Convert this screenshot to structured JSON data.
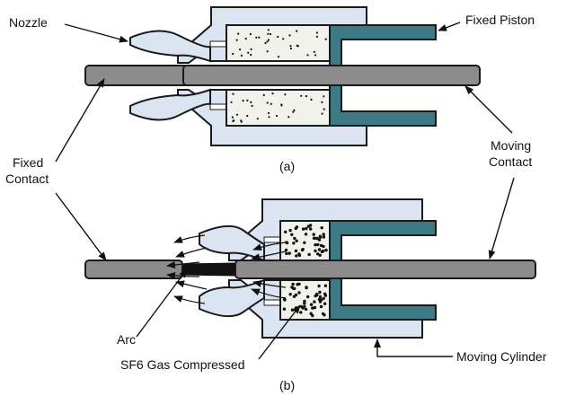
{
  "labels": {
    "nozzle": "Nozzle",
    "fixed_piston": "Fixed Piston",
    "fixed_contact_line1": "Fixed",
    "fixed_contact_line2": "Contact",
    "moving_contact_line1": "Moving",
    "moving_contact_line2": "Contact",
    "arc": "Arc",
    "sf6_gas": "SF6 Gas Compressed",
    "moving_cylinder": "Moving Cylinder"
  },
  "captions": {
    "a": "(a)",
    "b": "(b)"
  },
  "colors": {
    "cylinder_fill": "#dbe5f2",
    "piston_fill": "#3e7a86",
    "contact_fill": "#8c8c8c",
    "gas_fill": "#f2f2ec",
    "outline": "#1a1a1a"
  }
}
